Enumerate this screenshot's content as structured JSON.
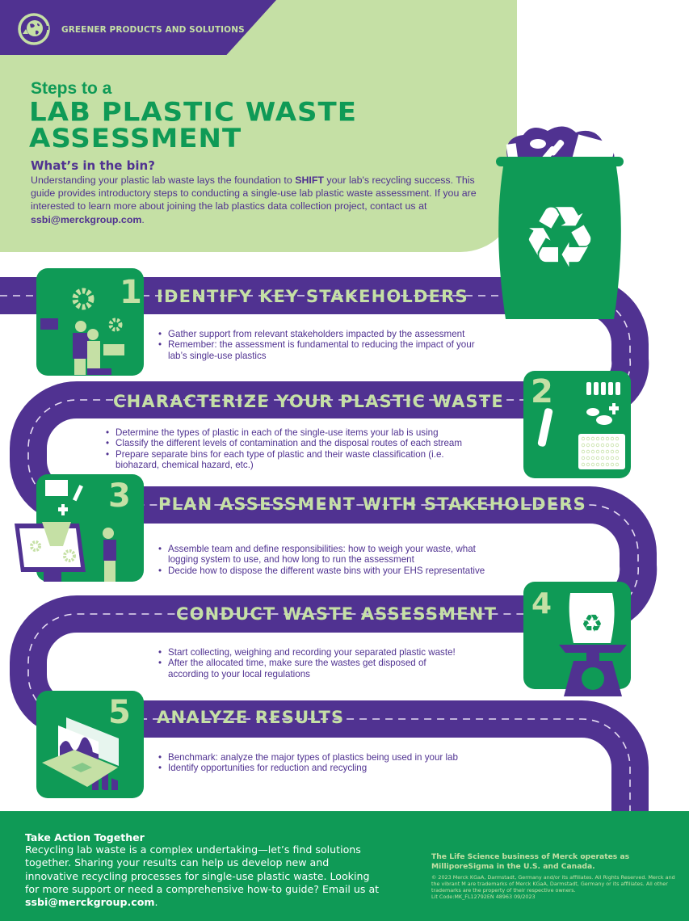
{
  "header": {
    "category_label": "GREENER PRODUCTS AND SOLUTIONS",
    "logo_icon": "globe-recycle-icon",
    "kicker": "Steps to a",
    "title_line1": "LAB PLASTIC WASTE",
    "title_line2": "ASSESSMENT",
    "subheading": "What’s in the bin?",
    "intro_part1": "Understanding your plastic lab waste lays the foundation to ",
    "intro_bold": "SHIFT",
    "intro_part2": " your lab's recycling success. This guide provides introductory steps to conducting a single-use lab plastic waste assessment. If you are interested to learn more about joining the lab plastics data collection project, contact us at ",
    "intro_email": "ssbi@merckgroup.com",
    "intro_end": "."
  },
  "hero_illustration": {
    "icon": "recycling-bin-icon",
    "symbol": "♻"
  },
  "steps": [
    {
      "number": "1",
      "title": "IDENTIFY KEY STAKEHOLDERS",
      "icon": "people-gears-icon",
      "bullets": [
        "Gather support from relevant stakeholders impacted by the assessment",
        "Remember: the assessment is fundamental to reducing the impact of your lab’s single-use plastics"
      ]
    },
    {
      "number": "2",
      "title": "CHARACTERIZE YOUR PLASTIC WASTE",
      "icon": "lab-plastics-icon",
      "bullets": [
        "Determine the types of plastic in each of the single-use items your lab is using",
        "Classify the different levels of contamination and the disposal routes of each stream",
        "Prepare separate bins for each type of plastic and their waste classification (i.e. biohazard, chemical hazard, etc.)"
      ]
    },
    {
      "number": "3",
      "title": "PLAN ASSESSMENT WITH STAKEHOLDERS",
      "icon": "planning-screen-icon",
      "bullets": [
        "Assemble team and define responsibilities: how to weigh your waste, what logging system to use, and how long to run the assessment",
        "Decide how to dispose the different waste bins with your EHS representative"
      ]
    },
    {
      "number": "4",
      "title": "CONDUCT WASTE ASSESSMENT",
      "icon": "weighing-scale-icon",
      "bullets": [
        "Start collecting, weighing and recording your separated plastic waste!",
        "After the allocated time, make sure the wastes get disposed of according to your local regulations"
      ]
    },
    {
      "number": "5",
      "title": "ANALYZE RESULTS",
      "icon": "laptop-charts-icon",
      "bullets": [
        "Benchmark: analyze the major types of plastics being used in your lab",
        "Identify opportunities for reduction and recycling"
      ]
    }
  ],
  "footer": {
    "heading": "Take Action Together",
    "body": "Recycling lab waste is a complex undertaking—let’s find solutions together. Sharing your results can help us develop new and innovative recycling processes for single-use plastic waste. Looking for more support or need a comprehensive how-to guide? Email us at ",
    "email": "ssbi@merckgroup.com",
    "end": ".",
    "legal_heading": "The Life Science business of Merck operates as MilliporeSigma in the U.S. and Canada.",
    "legal_body": "© 2023 Merck KGaA, Darmstadt, Germany and/or its affiliates. All Rights Reserved. Merck and the vibrant M are trademarks of Merck KGaA, Darmstadt, Germany or its affiliates. All other trademarks are the property of their respective owners.",
    "lit_code": "Lit Code:MK_FL12792EN  48963  09/2023"
  },
  "colors": {
    "purple": "#503291",
    "green": "#0f9a56",
    "light_green": "#c5e0a5",
    "white": "#ffffff"
  }
}
